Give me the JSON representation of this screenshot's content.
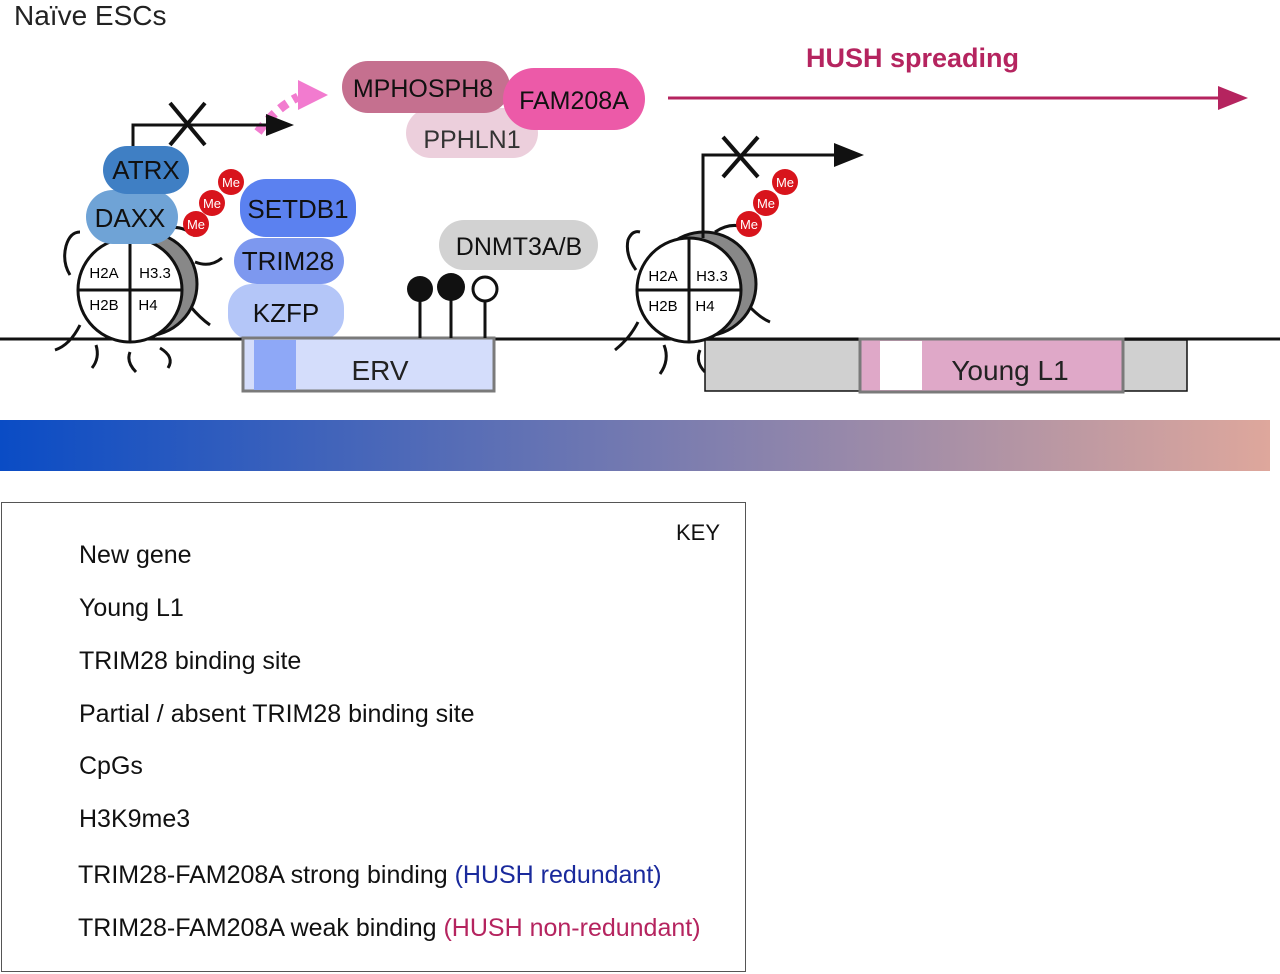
{
  "title": "Naïve ESCs",
  "hush_label": "HUSH spreading",
  "proteins": {
    "mphosph8": "MPHOSPH8",
    "fam208a": "FAM208A",
    "pphln1": "PPHLN1",
    "atrx": "ATRX",
    "daxx": "DAXX",
    "setdb1": "SETDB1",
    "trim28": "TRIM28",
    "kzfp": "KZFP",
    "dnmt3ab": "DNMT3A/B"
  },
  "histones": {
    "h2a": "H2A",
    "h33": "H3.3",
    "h2b": "H2B",
    "h4": "H4"
  },
  "methyl": "Me",
  "elements": {
    "erv": "ERV",
    "young_l1": "Young L1"
  },
  "key": {
    "title": "KEY",
    "items": [
      {
        "label": "New gene"
      },
      {
        "label": "Young L1"
      },
      {
        "label": "TRIM28 binding site"
      },
      {
        "label": "Partial / absent TRIM28 binding site"
      },
      {
        "label": "CpGs"
      },
      {
        "label": "H3K9me3"
      },
      {
        "label": "TRIM28-FAM208A strong binding ",
        "note": "(HUSH redundant)"
      },
      {
        "label": "TRIM28-FAM208A weak binding ",
        "note": "(HUSH non-redundant)"
      }
    ]
  },
  "colors": {
    "gradient_start": "#0a4cc5",
    "gradient_end": "#dea79c",
    "hush": "#b5245f",
    "mphosph8": "#c5708f",
    "fam208a": "#ec5aa8",
    "pphln1": "#eccfdc",
    "atrx": "#3f7fc4",
    "daxx": "#6fa3d6",
    "setdb1": "#5b81f0",
    "trim28": "#7d98ef",
    "kzfp": "#b4c6f8",
    "dnmt3ab": "#d2d2d2",
    "erv_fill": "#d4ddfb",
    "trim28_site": "#8ea8f7",
    "young_l1": "#dfa8c8",
    "new_gene": "#d0d0d0",
    "methyl": "#d8141c"
  }
}
